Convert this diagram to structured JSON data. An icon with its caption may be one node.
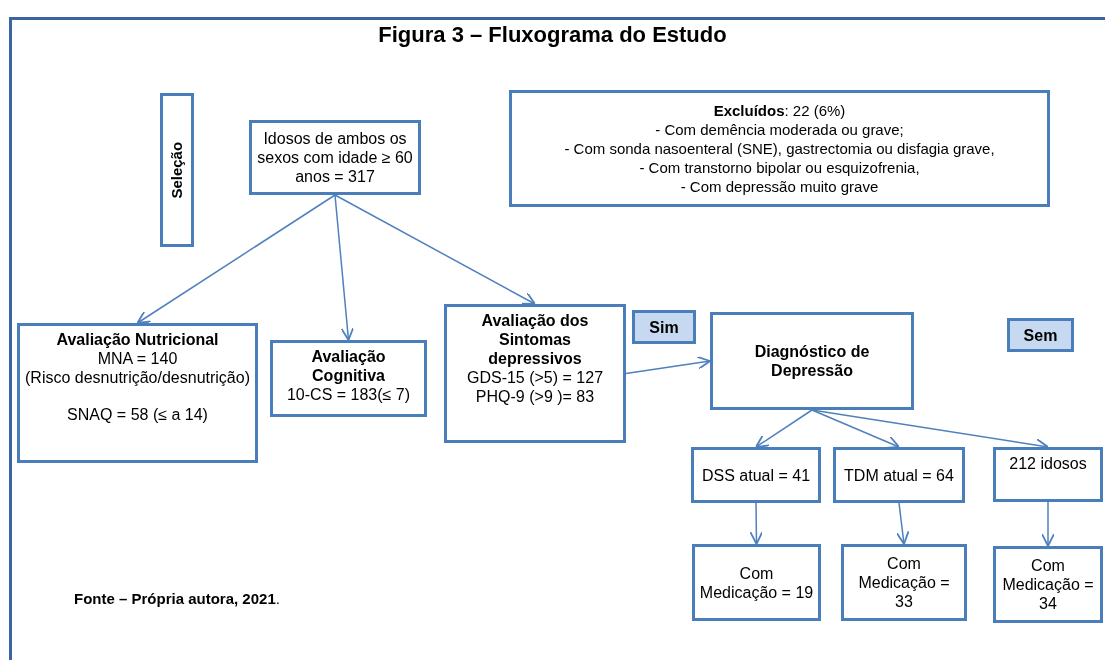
{
  "diagram": {
    "title": "Figura 3 – Fluxograma do Estudo",
    "nodes": [
      {
        "text": [
          "Seleção"
        ]
      },
      {
        "text": [
          "Idosos de ambos os sexos com idade ≥ 60 anos = 317"
        ]
      },
      {
        "text": [
          "**Excluídos**: 22 (6%)",
          "- Com demência moderada ou grave;",
          "- Com sonda nasoenteral (SNE), gastrectomia ou disfagia grave,",
          "- Com transtorno bipolar ou esquizofrenia,",
          "- Com depressão muito grave"
        ]
      },
      {
        "text": [
          "Avaliação Nutricional",
          "MNA = 140",
          "(Risco desnutrição/desnutrição)",
          "SNAQ = 58 (≤  a 14)"
        ]
      },
      {
        "text": [
          "Avaliação Cognitiva",
          "10-CS = 183(≤ 7)"
        ]
      },
      {
        "text": [
          "Avaliação dos Sintomas depressivos",
          "GDS-15 (>5) = 127",
          "PHQ-9 (>9 )= 83"
        ]
      },
      {
        "text": [
          "Sim"
        ]
      },
      {
        "text": [
          "Diagnóstico de Depressão"
        ]
      },
      {
        "text": [
          "Sem"
        ]
      },
      {
        "text": [
          "DSS atual  = 41"
        ]
      },
      {
        "text": [
          "TDM atual  = 64"
        ]
      },
      {
        "text": [
          "212 idosos"
        ]
      },
      {
        "text": [
          "Com Medicação = 19"
        ]
      },
      {
        "text": [
          "Com Medicação = 33"
        ]
      },
      {
        "text": [
          "Com Medicação = 34"
        ]
      }
    ],
    "edges": [
      {
        "from": 1,
        "to": 3,
        "arrow": "to"
      },
      {
        "from": 1,
        "to": 4,
        "arrow": "to"
      },
      {
        "from": 1,
        "to": 5,
        "arrow": "to"
      },
      {
        "from": 5,
        "to": 7,
        "arrow": "to"
      },
      {
        "from": 7,
        "to": 11,
        "arrow": "to"
      },
      {
        "from": 7,
        "to": 9,
        "arrow": "to"
      },
      {
        "from": 7,
        "to": 10,
        "arrow": "to"
      },
      {
        "from": 9,
        "to": 12,
        "arrow": "to"
      },
      {
        "from": 10,
        "to": 13,
        "arrow": "to"
      },
      {
        "from": 11,
        "to": 14,
        "arrow": "to"
      }
    ],
    "labels": [
      "**Fonte – Própria autora, 2021**."
    ]
  }
}
